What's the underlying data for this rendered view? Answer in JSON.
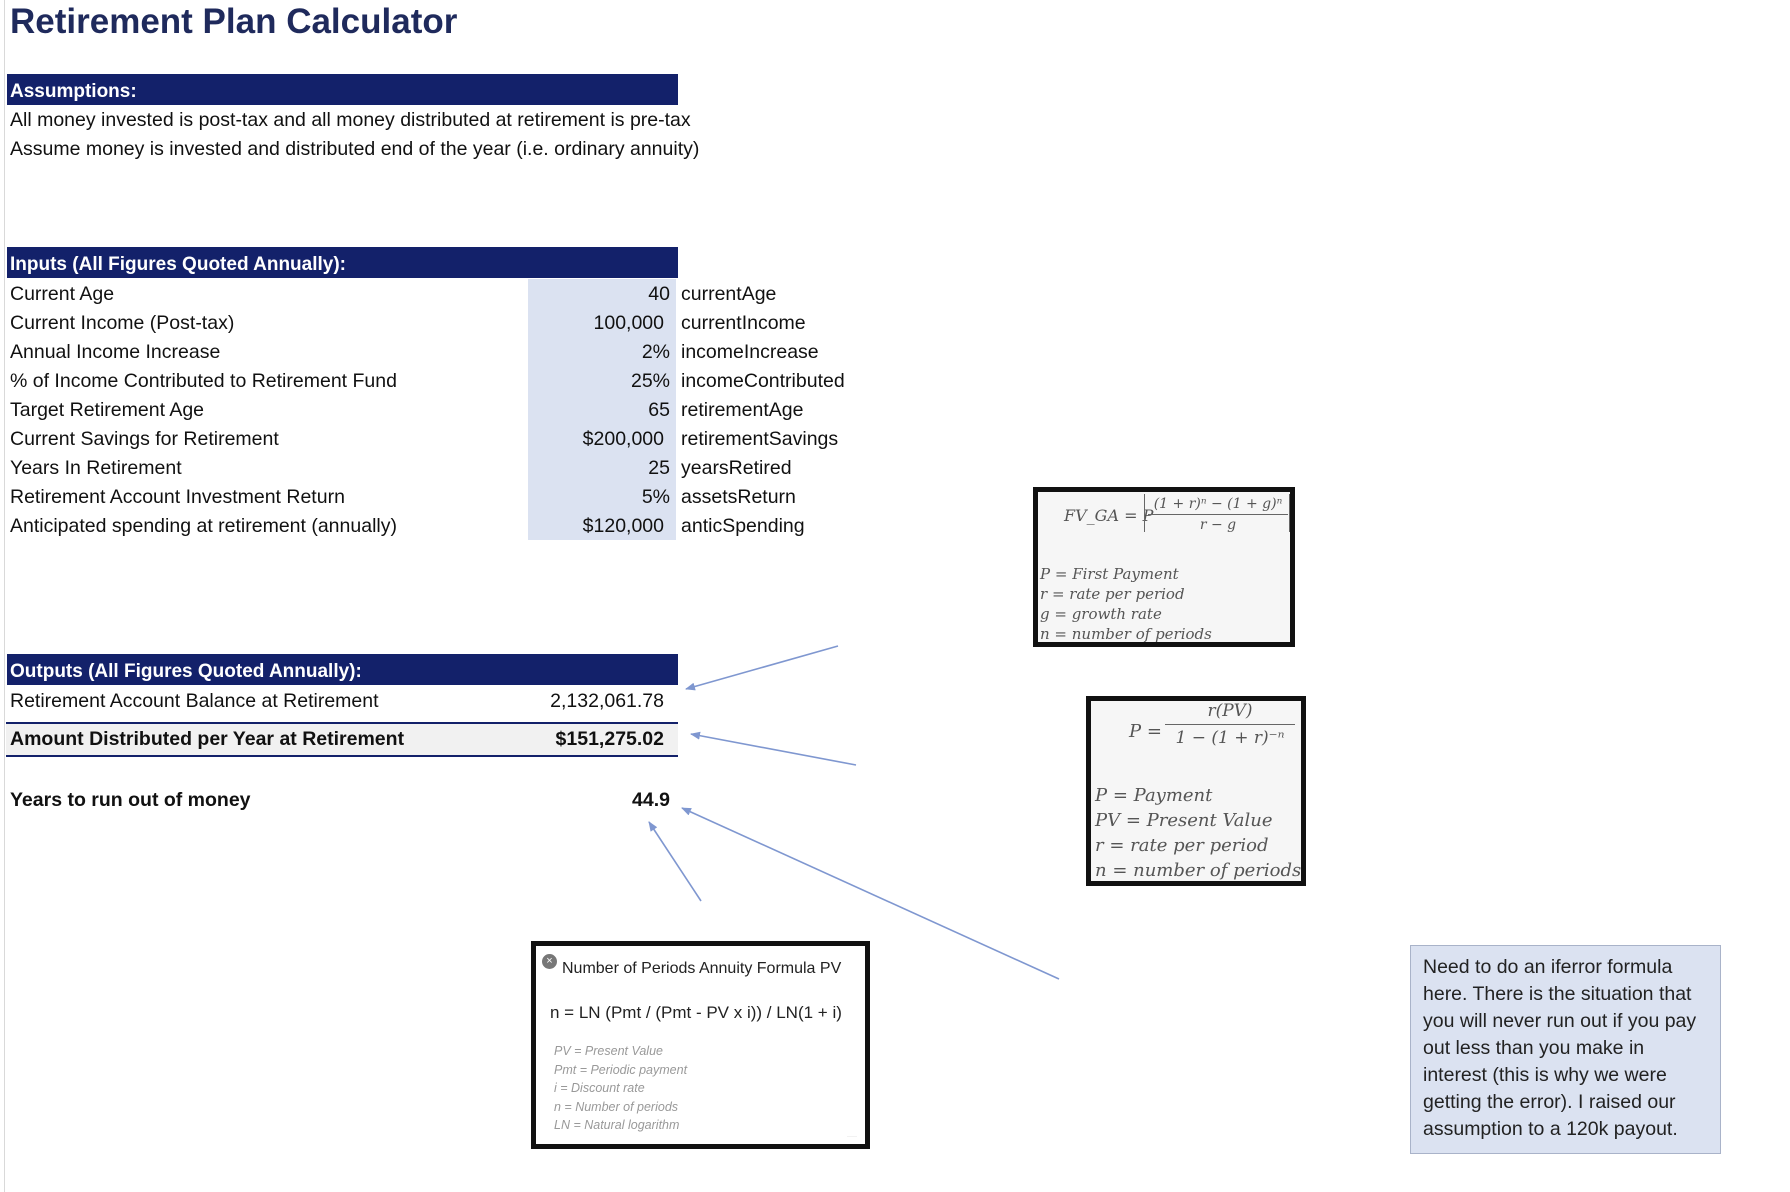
{
  "title": "Retirement Plan Calculator",
  "assumptions": {
    "header": "Assumptions:",
    "lines": [
      "All money invested is post-tax and all money distributed at retirement is pre-tax",
      "Assume money is invested and distributed end of the year (i.e. ordinary annuity)"
    ]
  },
  "inputs": {
    "header": "Inputs (All Figures Quoted Annually):",
    "rows": [
      {
        "label": "Current Age",
        "value": "40",
        "name": "currentAge"
      },
      {
        "label": "Current Income (Post-tax)",
        "value": "100,000",
        "name": "currentIncome"
      },
      {
        "label": "Annual Income Increase",
        "value": "2%",
        "name": "incomeIncrease"
      },
      {
        "label": "% of Income Contributed to Retirement Fund",
        "value": "25%",
        "name": "incomeContributed"
      },
      {
        "label": "Target Retirement Age",
        "value": "65",
        "name": "retirementAge"
      },
      {
        "label": "Current Savings for Retirement",
        "value": "$200,000",
        "name": "retirementSavings"
      },
      {
        "label": "Years In Retirement",
        "value": "25",
        "name": "yearsRetired"
      },
      {
        "label": "Retirement Account Investment Return",
        "value": "5%",
        "name": "assetsReturn"
      },
      {
        "label": "Anticipated spending at retirement (annually)",
        "value": "$120,000",
        "name": "anticSpending"
      }
    ]
  },
  "outputs": {
    "header": "Outputs (All Figures Quoted Annually):",
    "balance_label": "Retirement Account Balance at Retirement",
    "balance_value": "2,132,061.78",
    "distributed_label": "Amount Distributed per Year at Retirement",
    "distributed_value": "$151,275.02",
    "years_label": "Years to run out of money",
    "years_value": "44.9"
  },
  "formula_growing_annuity": {
    "lhs": "FV_GA = P",
    "numerator": "(1 + r)ⁿ − (1 + g)ⁿ",
    "denominator": "r − g",
    "defs": [
      "P = First Payment",
      "r = rate per period",
      "g = growth rate",
      "n = number of periods"
    ]
  },
  "formula_payment": {
    "lhs": "P =",
    "numerator": "r(PV)",
    "denominator": "1 − (1 + r)⁻ⁿ",
    "defs": [
      "P = Payment",
      "PV = Present Value",
      "r = rate per period",
      "n = number of periods"
    ]
  },
  "formula_periods": {
    "title": "Number of Periods Annuity Formula PV",
    "formula": "n = LN (Pmt / (Pmt - PV x i)) / LN(1 + i)",
    "defs": [
      "PV = Present Value",
      "Pmt = Periodic payment",
      "i = Discount rate",
      "n = Number of periods",
      "LN = Natural logarithm"
    ]
  },
  "note": "Need to do an iferror formula here.  There is the situation that you will never run out if you pay out less than you make in interest (this is why we were getting the error).  I raised our assumption to a 120k payout.",
  "colors": {
    "header_bg": "#13216a",
    "title": "#1f2a5c",
    "input_shade": "#dbe2f1",
    "arrow": "#7f97d0"
  }
}
